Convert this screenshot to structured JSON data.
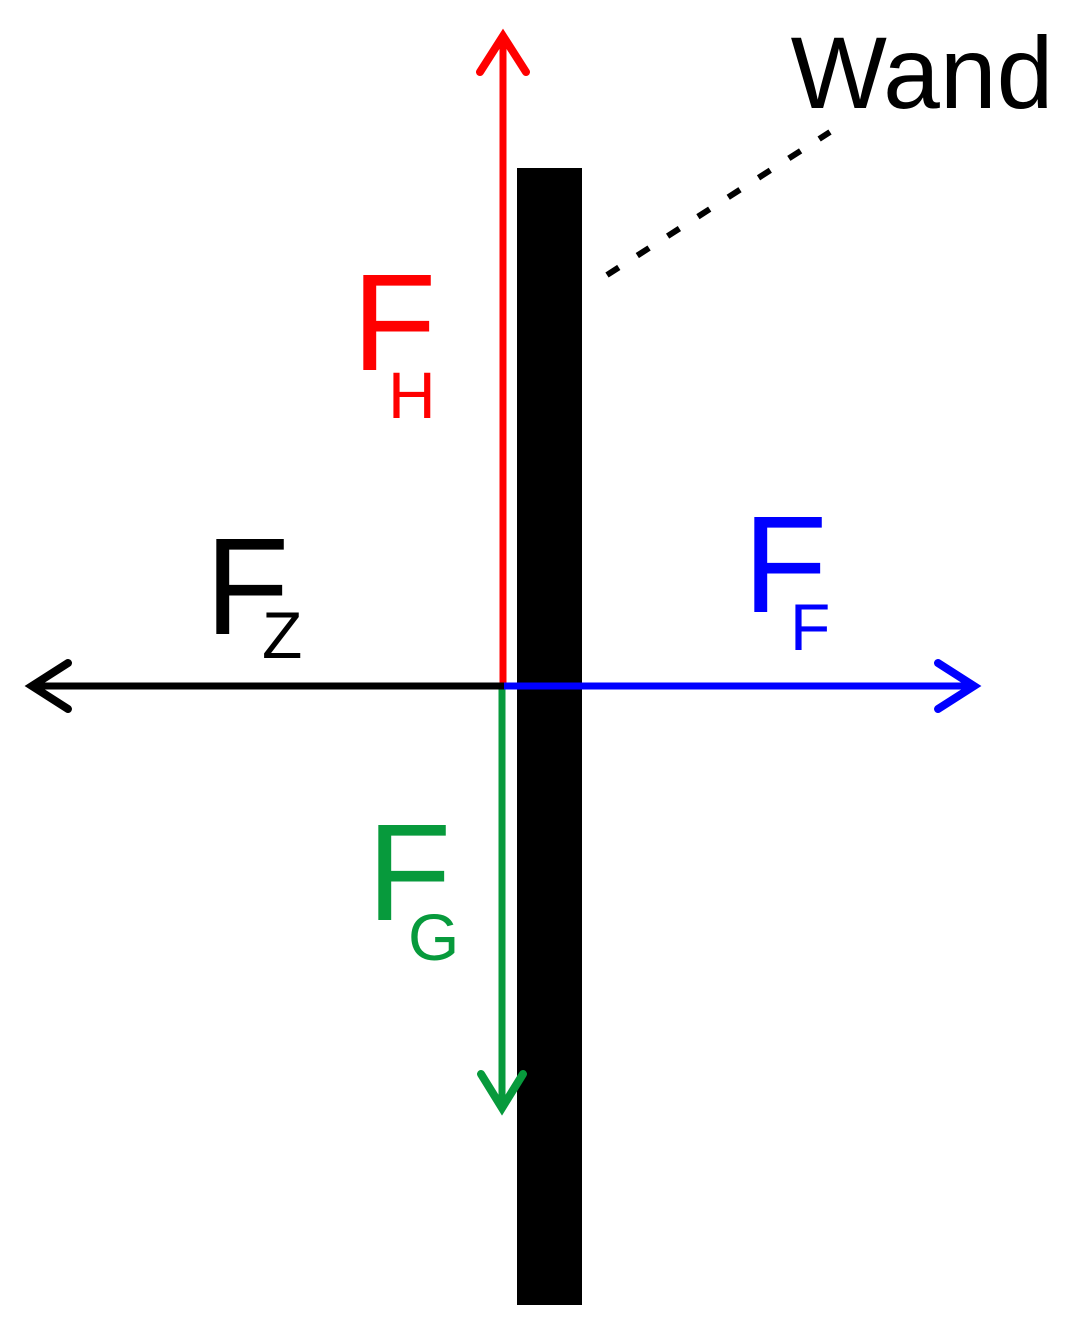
{
  "wall": {
    "label": "Wand",
    "color": "#000000",
    "leader_style": "dotted"
  },
  "forces": [
    {
      "id": "h",
      "direction": "up",
      "color": "#ff0000",
      "symbol": "F",
      "subscript": "H"
    },
    {
      "id": "g",
      "direction": "down",
      "color": "#079a3c",
      "symbol": "F",
      "subscript": "G"
    },
    {
      "id": "z",
      "direction": "left",
      "color": "#000000",
      "symbol": "F",
      "subscript": "Z"
    },
    {
      "id": "f",
      "direction": "right",
      "color": "#0000ff",
      "symbol": "F",
      "subscript": "F"
    }
  ]
}
